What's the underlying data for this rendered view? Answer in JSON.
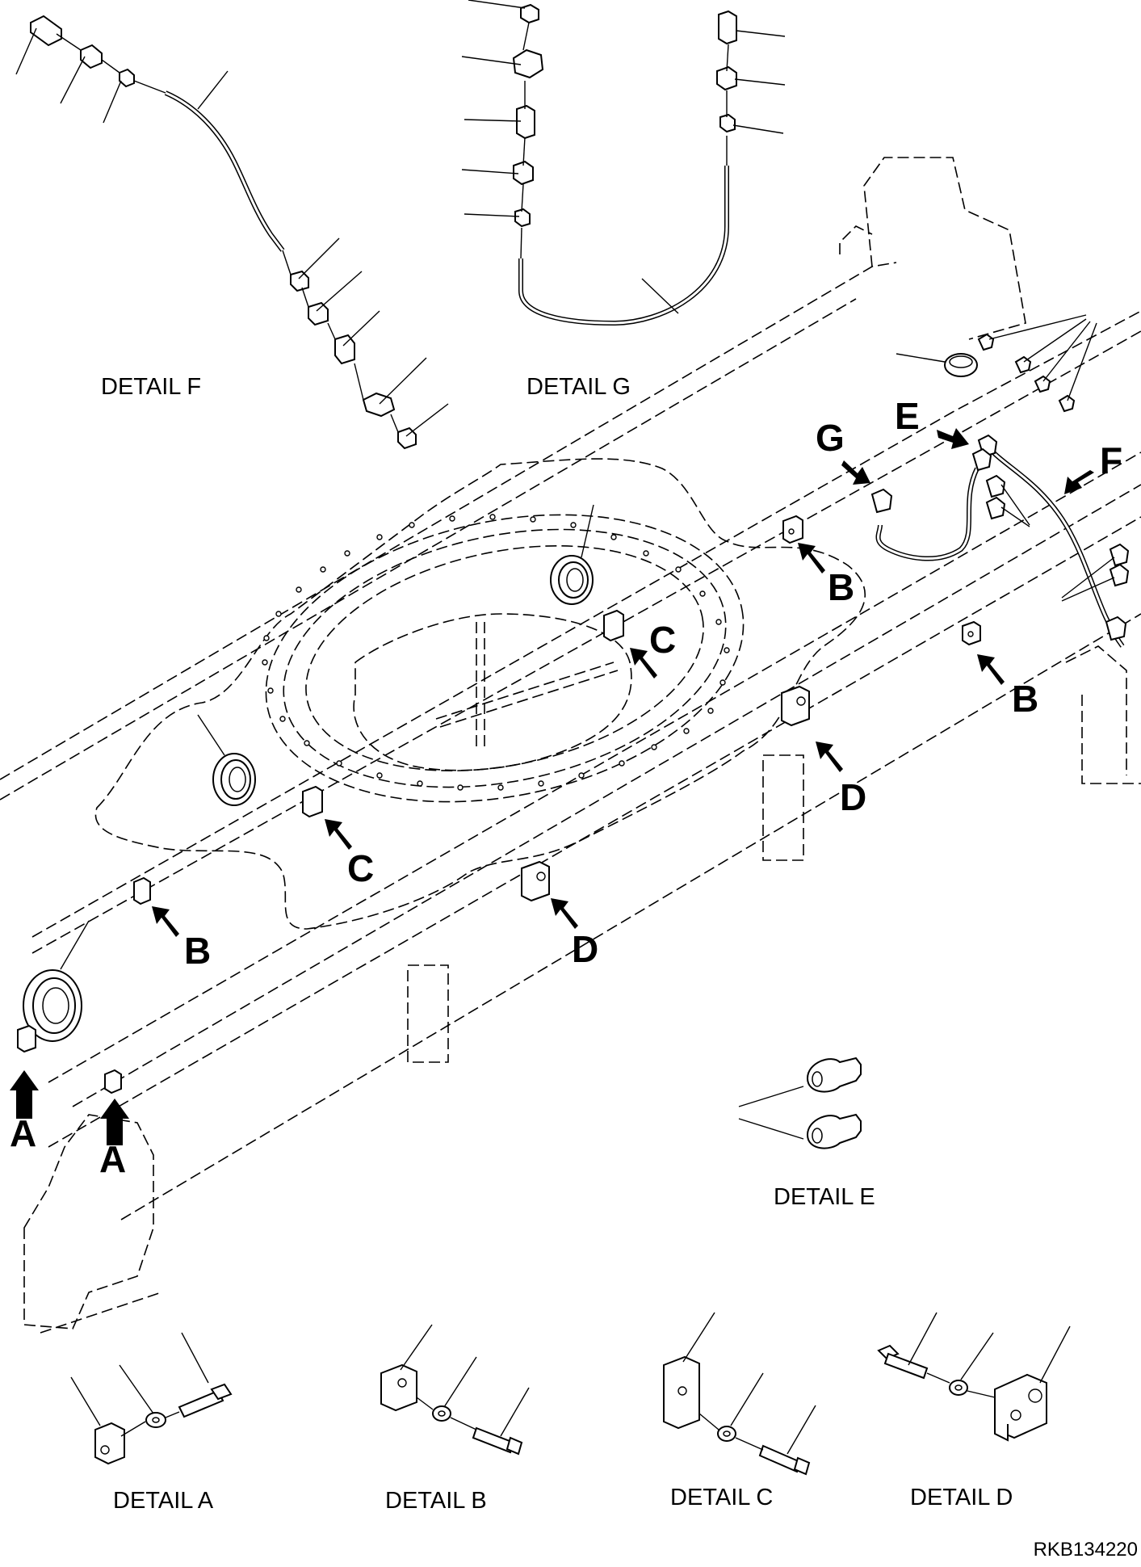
{
  "details": {
    "f": "DETAIL F",
    "g": "DETAIL G",
    "e": "DETAIL E",
    "a": "DETAIL A",
    "b": "DETAIL B",
    "c": "DETAIL C",
    "d": "DETAIL D"
  },
  "callouts": {
    "a1": "A",
    "a2": "A",
    "b1": "B",
    "b2": "B",
    "b3": "B",
    "c1": "C",
    "c2": "C",
    "d1": "D",
    "d2": "D",
    "e": "E",
    "f": "F",
    "g": "G"
  },
  "reference_code": "RKB134220"
}
